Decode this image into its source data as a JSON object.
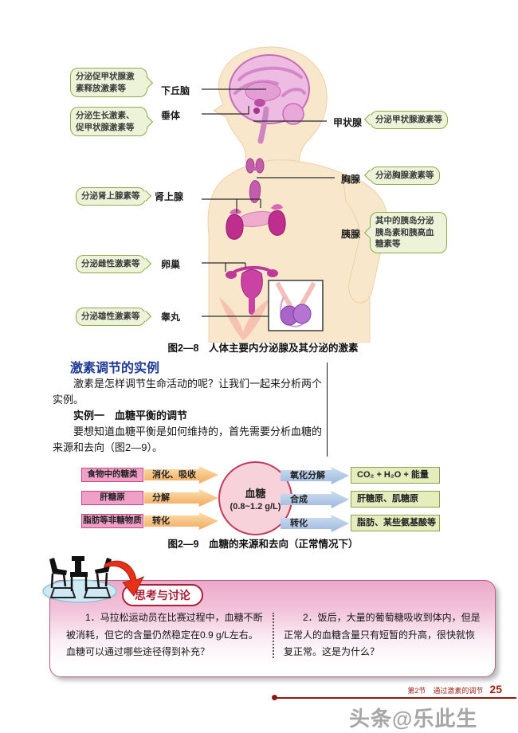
{
  "page": {
    "footer_section": "第2节　通过激素的调节",
    "footer_page": "25",
    "watermark": "头条@乐此生"
  },
  "figure2_8": {
    "caption": "图2—8　人体主要内分泌腺及其分泌的激素",
    "left_labels": [
      {
        "bubble": "分泌促甲状腺激素释放激素等",
        "organ": "下丘脑"
      },
      {
        "bubble": "分泌生长激素、促甲状腺激素等",
        "organ": "垂体"
      },
      {
        "bubble": "分泌肾上腺素等",
        "organ": "肾上腺"
      },
      {
        "bubble": "分泌雌性激素等",
        "organ": "卵巢"
      },
      {
        "bubble": "分泌雄性激素等",
        "organ": "睾丸"
      }
    ],
    "right_labels": [
      {
        "organ": "甲状腺",
        "bubble": "分泌甲状腺激素等"
      },
      {
        "organ": "胸腺",
        "bubble": "分泌胸腺激素等"
      },
      {
        "organ": "胰腺",
        "bubble": "其中的胰岛分泌胰岛素和胰高血糖素等"
      }
    ]
  },
  "section": {
    "heading": "激素调节的实例",
    "para1": "激素是怎样调节生命活动的呢？让我们一起来分析两个实例。",
    "example_title": "实例一　血糖平衡的调节",
    "para2": "要想知道血糖平衡是如何维持的，首先需要分析血糖的来源和去向（图2—9）。"
  },
  "figure2_9": {
    "caption": "图2—9　血糖的来源和去向（正常情况下）",
    "center": {
      "line1": "血糖",
      "line2": "(0.8~1.2 g/L)"
    },
    "sources": [
      {
        "box": "食物中的糖类",
        "arrow": "消化、吸收"
      },
      {
        "box": "肝糖原",
        "arrow": "分解"
      },
      {
        "box": "脂肪等非糖物质",
        "arrow": "转化"
      }
    ],
    "destinations": [
      {
        "arrow": "氧化分解",
        "box": "CO₂ + H₂O + 能量"
      },
      {
        "arrow": "合成",
        "box": "肝糖原、肌糖原"
      },
      {
        "arrow": "转化",
        "box": "脂肪、某些氨基酸等"
      }
    ]
  },
  "discussion": {
    "title": "思考与讨论",
    "q1": "1．马拉松运动员在比赛过程中，血糖不断被消耗，但它的含量仍然稳定在0.9 g/L左右。血糖可以通过哪些途径得到补充？",
    "q2": "2．饭后，大量的葡萄糖吸收到体内，但是正常人的血糖含量只有短暂的升高，很快就恢复正常。这是为什么？"
  }
}
